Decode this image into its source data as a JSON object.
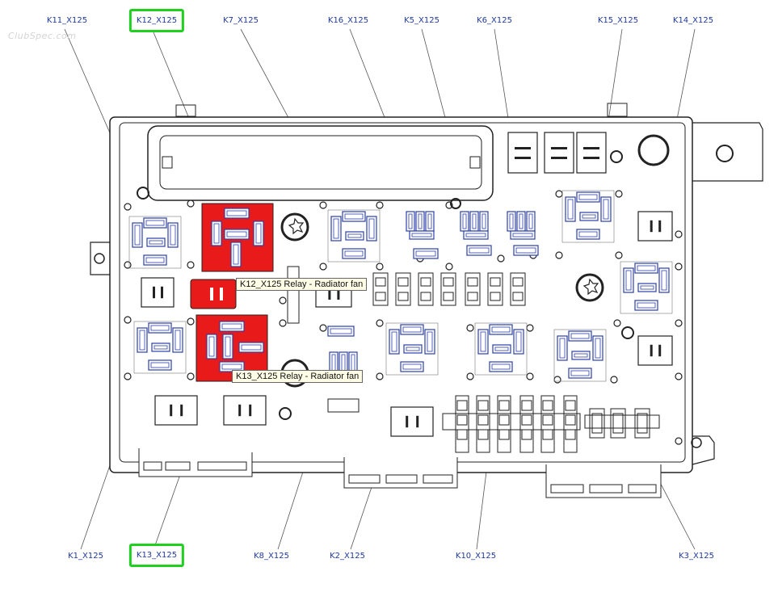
{
  "watermark": "ClubSpec.com",
  "callouts_top": [
    {
      "id": "K11",
      "text": "K11_X125",
      "highlight": false
    },
    {
      "id": "K12",
      "text": "K12_X125",
      "highlight": true
    },
    {
      "id": "K7",
      "text": "K7_X125",
      "highlight": false
    },
    {
      "id": "K16",
      "text": "K16_X125",
      "highlight": false
    },
    {
      "id": "K5",
      "text": "K5_X125",
      "highlight": false
    },
    {
      "id": "K6",
      "text": "K6_X125",
      "highlight": false
    },
    {
      "id": "K15",
      "text": "K15_X125",
      "highlight": false
    },
    {
      "id": "K14",
      "text": "K14_X125",
      "highlight": false
    }
  ],
  "callouts_bottom": [
    {
      "id": "K1",
      "text": "K1_X125",
      "highlight": false
    },
    {
      "id": "K13",
      "text": "K13_X125",
      "highlight": true
    },
    {
      "id": "K8",
      "text": "K8_X125",
      "highlight": false
    },
    {
      "id": "K2",
      "text": "K2_X125",
      "highlight": false
    },
    {
      "id": "K10",
      "text": "K10_X125",
      "highlight": false
    },
    {
      "id": "K3",
      "text": "K3_X125",
      "highlight": false
    }
  ],
  "tooltips": {
    "k12": "K12_X125 Relay - Radiator fan",
    "k13": "K13_X125 Relay - Radiator fan"
  },
  "colors": {
    "highlight_relay": "#e81a1a",
    "relay_outline": "#2b3fa8",
    "callout_text": "#1f3a9e",
    "callout_box": "#1fd01f"
  }
}
